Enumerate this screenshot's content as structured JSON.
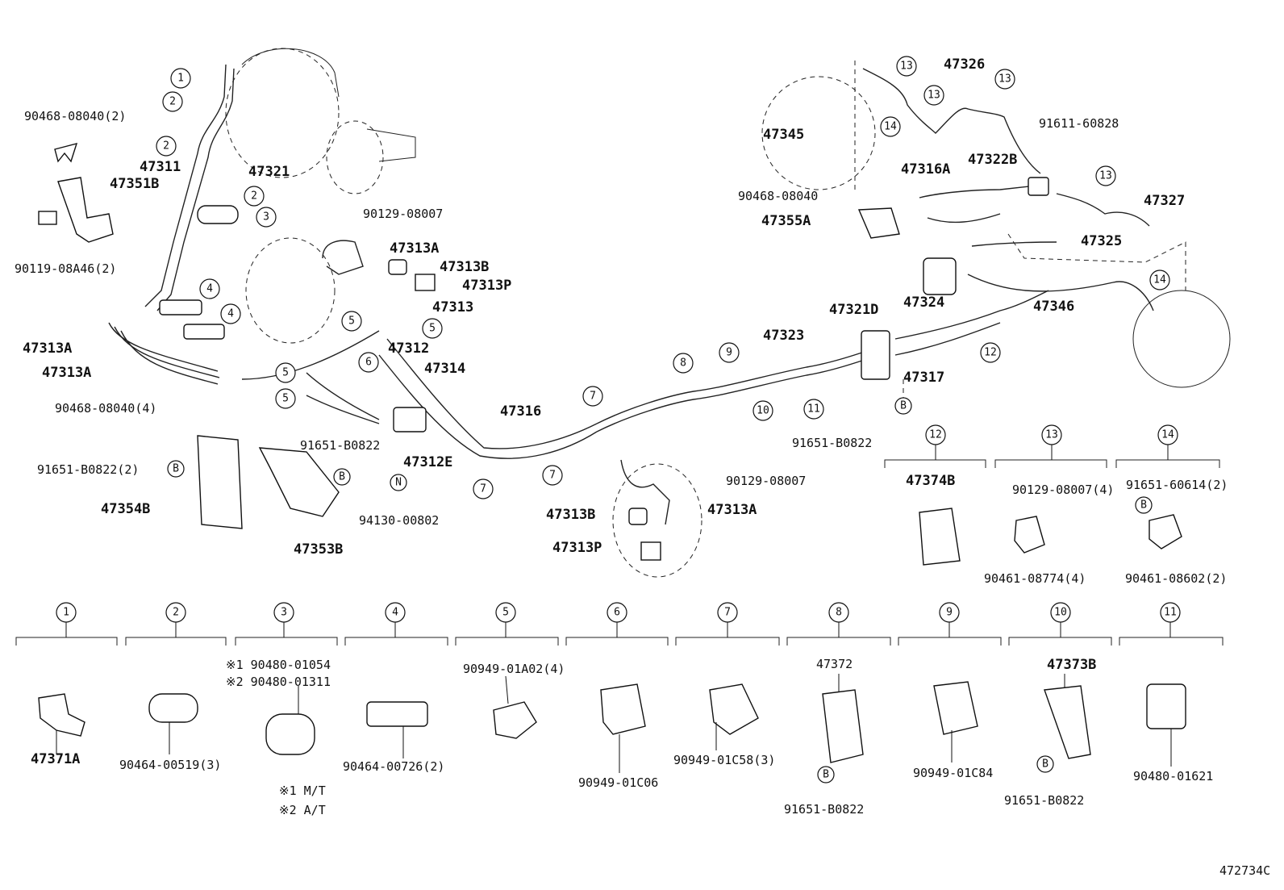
{
  "diagram": {
    "drawing_id": "472734C",
    "callout_numbers": [
      "1",
      "2",
      "3",
      "4",
      "5",
      "6",
      "7",
      "8",
      "9",
      "10",
      "11",
      "12",
      "13",
      "14"
    ],
    "letter_markers": [
      "B",
      "N"
    ],
    "labels": {
      "l_90468_08040_2": "90468-08040(2)",
      "l_47311": "47311",
      "l_47321": "47321",
      "l_47351B": "47351B",
      "l_90119_08A46_2": "90119-08A46(2)",
      "l_90129_08007_a": "90129-08007",
      "l_47313A_a": "47313A",
      "l_47313B_a": "47313B",
      "l_47313P_a": "47313P",
      "l_47313": "47313",
      "l_47312": "47312",
      "l_47314": "47314",
      "l_47316": "47316",
      "l_47313A_b": "47313A",
      "l_47313A_c": "47313A",
      "l_90468_08040_4": "90468-08040(4)",
      "l_91651_B0822_2": "91651-B0822(2)",
      "l_47354B": "47354B",
      "l_91651_B0822_a": "91651-B0822",
      "l_47312E": "47312E",
      "l_94130_00802": "94130-00802",
      "l_47353B": "47353B",
      "l_90129_08007_b": "90129-08007",
      "l_47313B_b": "47313B",
      "l_47313A_d": "47313A",
      "l_47313P_b": "47313P",
      "l_47323": "47323",
      "l_47321D": "47321D",
      "l_47324": "47324",
      "l_47317": "47317",
      "l_91651_B0822_b": "91651-B0822",
      "l_47326": "47326",
      "l_91611_60828": "91611-60828",
      "l_47345": "47345",
      "l_47316A": "47316A",
      "l_47322B": "47322B",
      "l_90468_08040_c": "90468-08040",
      "l_47355A": "47355A",
      "l_47327": "47327",
      "l_47325": "47325",
      "l_47346": "47346",
      "l_47374B": "47374B",
      "l_90129_08007_4": "90129-08007(4)",
      "l_90461_08774_4": "90461-08774(4)",
      "l_91651_60614_2": "91651-60614(2)",
      "l_90461_08602_2": "90461-08602(2)",
      "l_47371A": "47371A",
      "l_90464_00519_3": "90464-00519(3)",
      "l_note1_pn": "※1 90480-01054",
      "l_note2_pn": "※2 90480-01311",
      "l_note1_leg": "※1 M/T",
      "l_note2_leg": "※2 A/T",
      "l_90464_00726_2": "90464-00726(2)",
      "l_90949_01A02_4": "90949-01A02(4)",
      "l_90949_01C06": "90949-01C06",
      "l_90949_01C58_3": "90949-01C58(3)",
      "l_47372": "47372",
      "l_91651_B0822_c": "91651-B0822",
      "l_90949_01C84": "90949-01C84",
      "l_47373B": "47373B",
      "l_91651_B0822_d": "91651-B0822",
      "l_90480_01621": "90480-01621"
    }
  }
}
